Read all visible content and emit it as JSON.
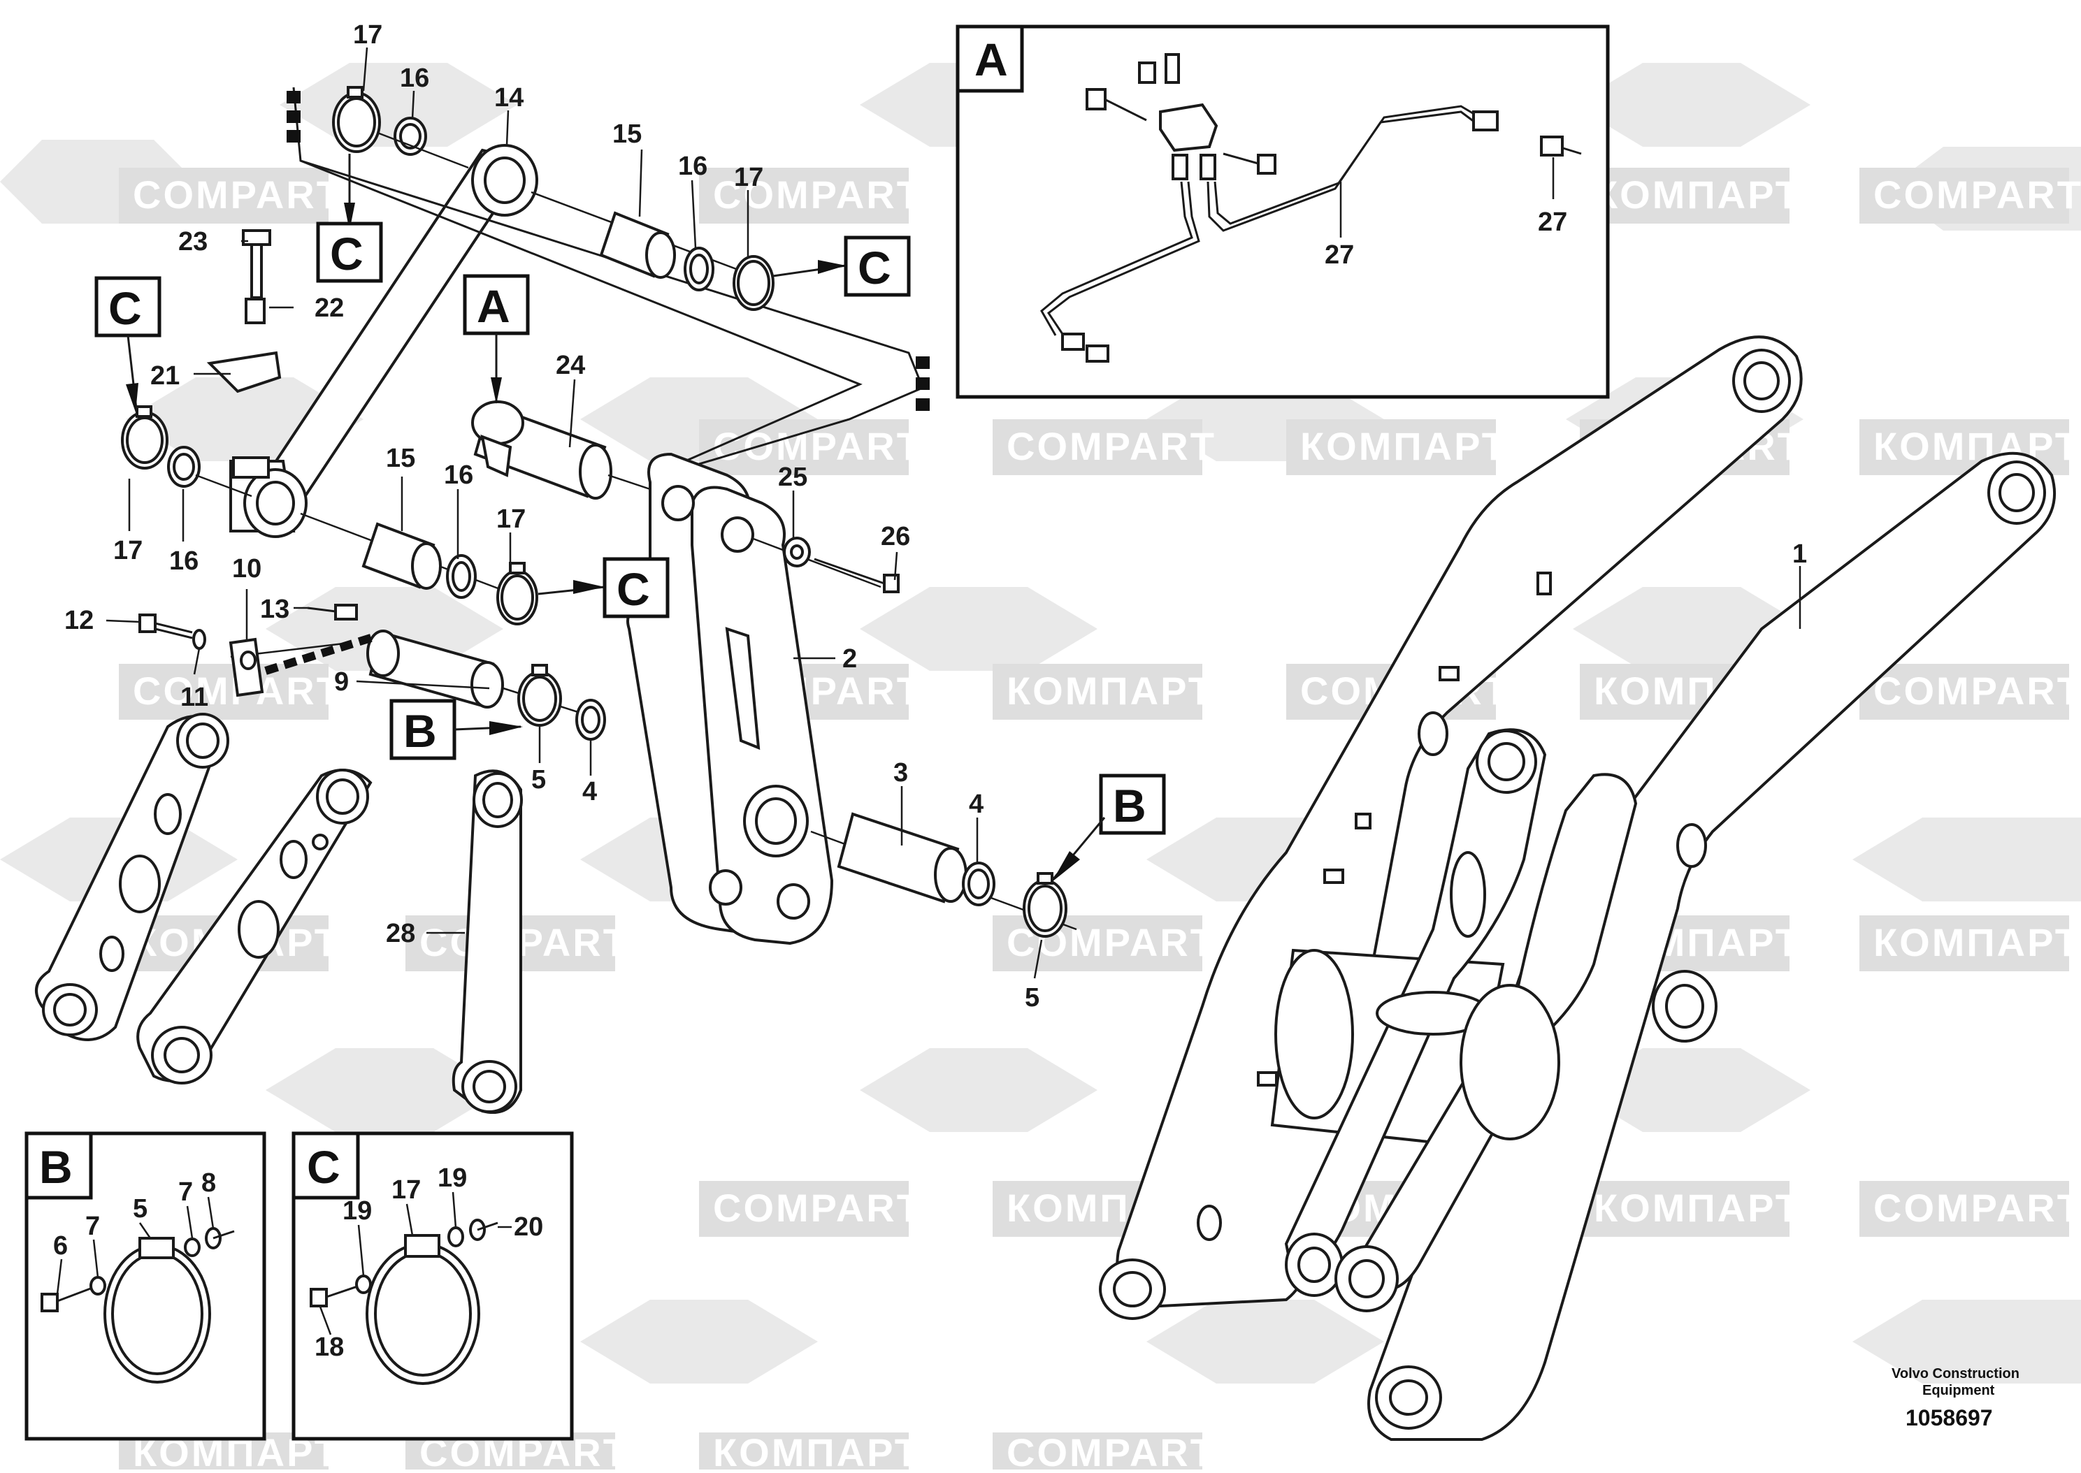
{
  "watermark": {
    "latin": "COMPART",
    "cyrillic": "КОМПАРТ"
  },
  "callouts": {
    "c1": "17",
    "c2": "16",
    "c3": "14",
    "c4": "15",
    "c5": "16",
    "c6": "17",
    "c7": "23",
    "c8": "22",
    "c9": "21",
    "c10": "24",
    "c11": "17",
    "c12": "16",
    "c13": "15",
    "c14": "16",
    "c15": "17",
    "c16": "25",
    "c17": "26",
    "c18": "10",
    "c19": "12",
    "c20": "13",
    "c21": "11",
    "c22": "9",
    "c23": "2",
    "c24": "5",
    "c25": "4",
    "c26": "3",
    "c27": "4",
    "c28": "5",
    "c29": "28",
    "c30": "1",
    "c31": "27",
    "c32": "27"
  },
  "reference_boxes": {
    "box_c_1": "C",
    "box_c_2": "C",
    "box_c_3": "C",
    "box_c_4": "C",
    "box_a_1": "A",
    "box_b_1": "B",
    "box_b_2": "B"
  },
  "inset_a": {
    "label": "A"
  },
  "inset_b": {
    "label": "B",
    "callouts": {
      "n6": "6",
      "n7a": "7",
      "n5": "5",
      "n7b": "7",
      "n8": "8"
    }
  },
  "inset_c": {
    "label": "C",
    "callouts": {
      "n19a": "19",
      "n17": "17",
      "n19b": "19",
      "n20": "20",
      "n18": "18"
    }
  },
  "footer": {
    "maker_line1": "Volvo Construction",
    "maker_line2": "Equipment",
    "drawing_number": "1058697"
  }
}
